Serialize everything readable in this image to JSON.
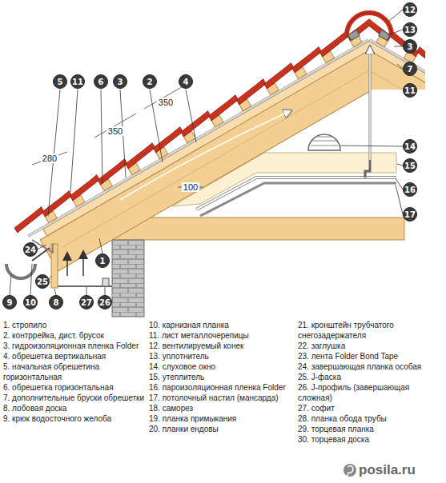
{
  "diagram": {
    "labels": [
      "12",
      "5",
      "11",
      "6",
      "3",
      "2",
      "4",
      "13",
      "3",
      "7",
      "11",
      "14",
      "15",
      "16",
      "17",
      "24",
      "1",
      "25",
      "9",
      "10",
      "8",
      "27",
      "26",
      "350",
      "350",
      "280",
      "100",
      "1. стропило",
      "2. контррейка, дист. брусок",
      "3. гидроизоляционная пленка Folder",
      "4. обрешетка вертикальная",
      "5. начальная обрешетина горизонтальная",
      "6. обрешетка горизонтальная",
      "7. дополнительные бруски обрешетки",
      "8. лобовая доска",
      "9. крюк водосточного желоба",
      "10. карнизная планка",
      "11. лист металлочерепицы",
      "12. вентилируемый конек",
      "13. уплотнитель",
      "14. слуховое окно",
      "15. утеплитель",
      "16. пароизоляционная пленка Folder",
      "17. потолочный настил (мансарда)",
      "18. саморез",
      "19. планка примыкания",
      "20. планки ендовы",
      "21. кронштейн трубчатого снегозадержателя",
      "22. заглушка",
      "23. лента Folder Bond Tape",
      "24. завершающая планка особая",
      "25. J-фаска",
      "26. J-профиль (завершающая сложная)",
      "27. софит",
      "28. планка обода трубы",
      "29. торцевая планка",
      "30. торцевая доска",
      "posila.ru"
    ]
  }
}
